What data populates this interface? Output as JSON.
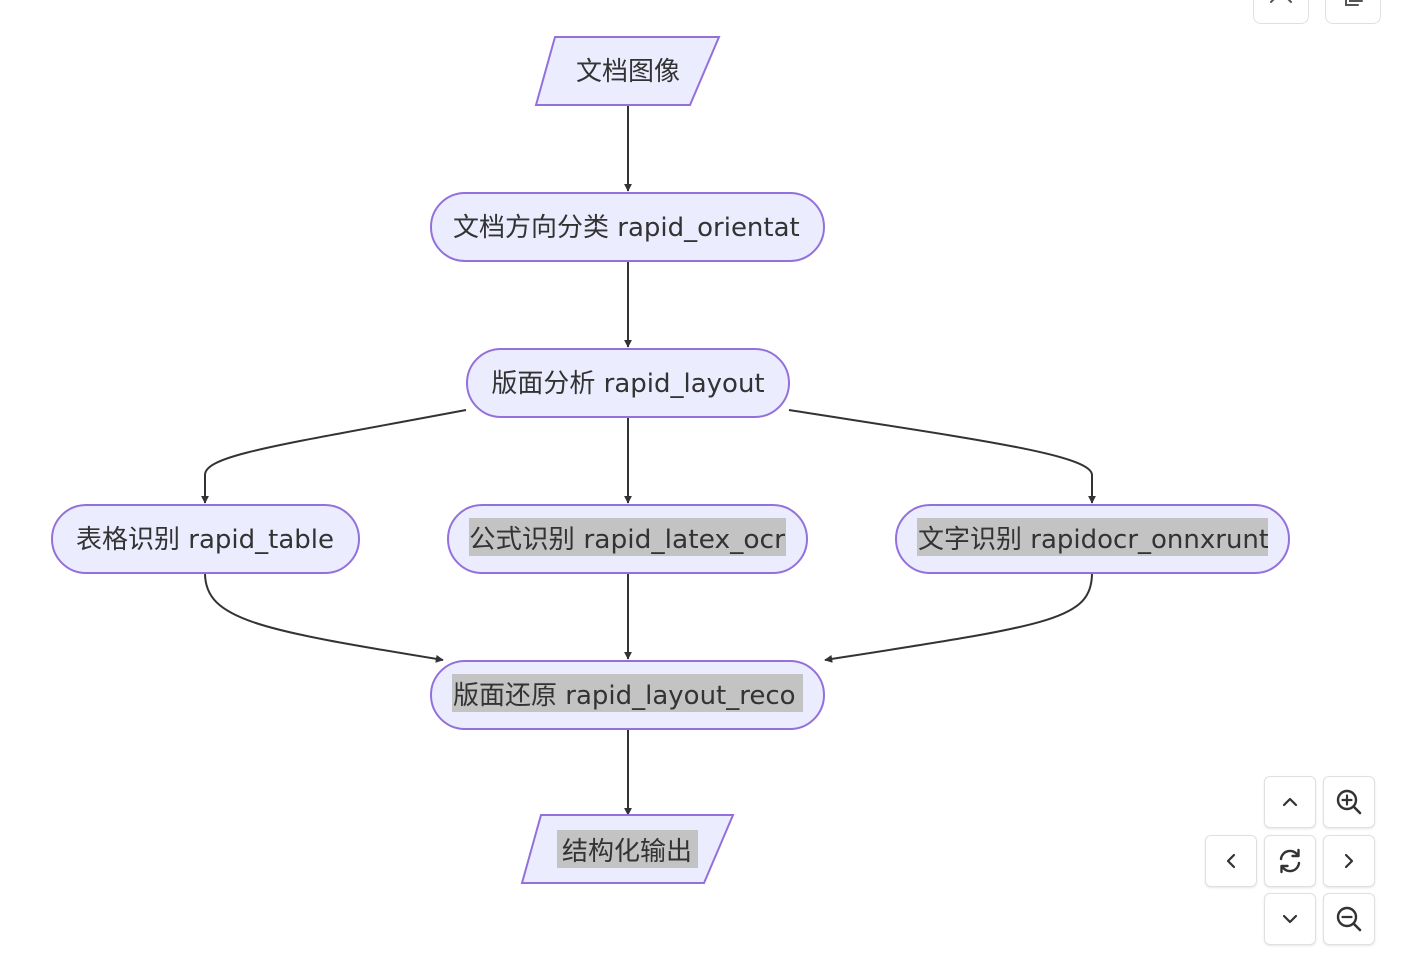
{
  "diagram": {
    "nodes": {
      "doc_image": "文档图像",
      "orientation": "文档方向分类 rapid_orientat",
      "layout": "版面分析 rapid_layout",
      "table": "表格识别 rapid_table",
      "latex": "公式识别 rapid_latex_ocr",
      "ocr": "文字识别 rapidocr_onnxrunt",
      "recovery": "版面还原 rapid_layout_reco",
      "output": "结构化输出"
    },
    "colors": {
      "node_fill": "#ECECFF",
      "node_stroke": "#9370DB",
      "edge": "#333333",
      "text": "#333333",
      "highlight": "#C3C3C3"
    }
  },
  "controls": {
    "pan_up": "chevron-up-icon",
    "zoom_in": "zoom-in-icon",
    "pan_left": "chevron-left-icon",
    "reset": "refresh-icon",
    "pan_right": "chevron-right-icon",
    "pan_down": "chevron-down-icon",
    "zoom_out": "zoom-out-icon",
    "code_view": "code-icon",
    "copy": "copy-icon"
  }
}
